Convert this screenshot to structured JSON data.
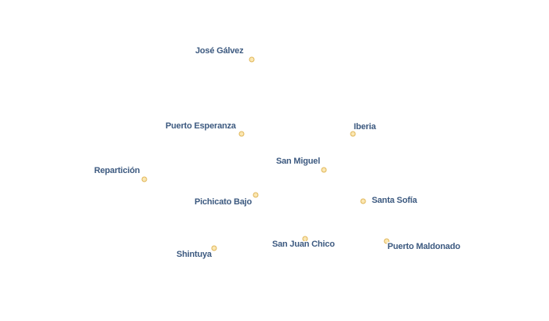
{
  "map": {
    "marker_color": "#fbe7b2",
    "marker_stroke": "#e0b659",
    "label_color": "#3d5a80",
    "places": [
      {
        "name": "José Gálvez"
      },
      {
        "name": "Puerto Esperanza"
      },
      {
        "name": "Iberia"
      },
      {
        "name": "San Miguel"
      },
      {
        "name": "Repartición"
      },
      {
        "name": "Pichicato Bajo"
      },
      {
        "name": "Santa Sofía"
      },
      {
        "name": "San Juan Chico"
      },
      {
        "name": "Puerto Maldonado"
      },
      {
        "name": "Shintuya"
      }
    ]
  }
}
